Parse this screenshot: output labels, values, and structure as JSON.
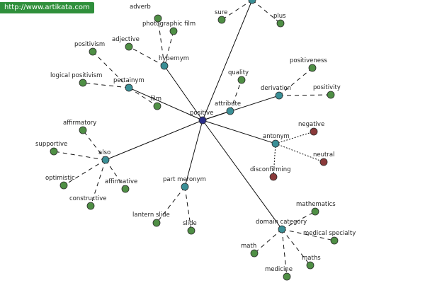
{
  "watermark": "http://www.artikata.com",
  "colors": {
    "center": "#2b2f8a",
    "relation": "#3a8f96",
    "leaf": "#4f8f45",
    "antonym_leaf": "#8a3a3a",
    "edge": "#111111"
  },
  "center": {
    "id": "positive",
    "label": "positive"
  },
  "relations": [
    {
      "id": "hypernym",
      "label": "hypernym",
      "edge": "solid",
      "leaves": [
        {
          "label": "adverb"
        },
        {
          "label": "photographic film"
        },
        {
          "label": "adjective"
        }
      ]
    },
    {
      "id": "pertainym",
      "label": "pertainym",
      "edge": "solid",
      "leaves": [
        {
          "label": "positivism"
        },
        {
          "label": "logical positivism"
        },
        {
          "label": "film"
        }
      ]
    },
    {
      "id": "top",
      "label": "",
      "edge": "solid",
      "leaves": [
        {
          "label": "sure"
        },
        {
          "label": "plus"
        }
      ]
    },
    {
      "id": "attribute",
      "label": "attribute",
      "edge": "solid",
      "leaves": [
        {
          "label": "quality"
        }
      ]
    },
    {
      "id": "derivation",
      "label": "derivation",
      "edge": "solid",
      "leaves": [
        {
          "label": "positiveness"
        },
        {
          "label": "positivity"
        }
      ]
    },
    {
      "id": "antonym",
      "label": "antonym",
      "edge": "solid",
      "leaf_edge": "dotted",
      "leaves": [
        {
          "label": "negative",
          "color": "antonym_leaf"
        },
        {
          "label": "neutral",
          "color": "antonym_leaf"
        },
        {
          "label": "disconfirming",
          "color": "antonym_leaf"
        }
      ]
    },
    {
      "id": "also",
      "label": "also",
      "edge": "solid",
      "leaves": [
        {
          "label": "affirmatory"
        },
        {
          "label": "supportive"
        },
        {
          "label": "optimistic"
        },
        {
          "label": "affirmative"
        },
        {
          "label": "constructive"
        }
      ]
    },
    {
      "id": "part_meronym",
      "label": "part meronym",
      "edge": "solid",
      "leaves": [
        {
          "label": "lantern slide"
        },
        {
          "label": "slide"
        }
      ]
    },
    {
      "id": "domain_category",
      "label": "domain category",
      "edge": "solid",
      "leaves": [
        {
          "label": "mathematics"
        },
        {
          "label": "medical specialty"
        },
        {
          "label": "math"
        },
        {
          "label": "maths"
        },
        {
          "label": "medicine"
        }
      ]
    }
  ]
}
